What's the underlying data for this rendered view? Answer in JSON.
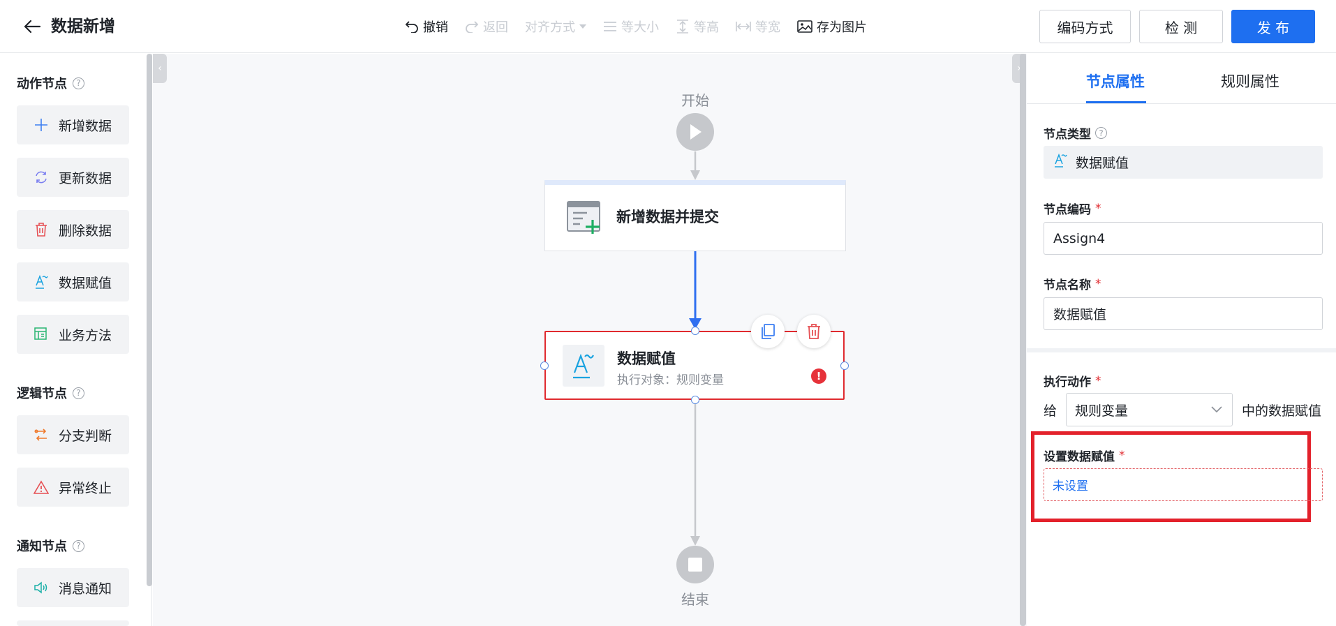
{
  "header": {
    "title": "数据新增",
    "toolbar": {
      "undo": "撤销",
      "redo": "返回",
      "align": "对齐方式",
      "same_size": "等大小",
      "same_height": "等高",
      "same_width": "等宽",
      "save_image": "存为图片"
    },
    "buttons": {
      "encoding": "编码方式",
      "check": "检 测",
      "publish": "发 布"
    }
  },
  "sidebar": {
    "sections": [
      {
        "title": "动作节点",
        "items": [
          "新增数据",
          "更新数据",
          "删除数据",
          "数据赋值",
          "业务方法"
        ]
      },
      {
        "title": "逻辑节点",
        "items": [
          "分支判断",
          "异常终止"
        ]
      },
      {
        "title": "通知节点",
        "items": [
          "消息通知"
        ]
      }
    ]
  },
  "canvas": {
    "start_label": "开始",
    "end_label": "结束",
    "node1_title": "新增数据并提交",
    "node2_title": "数据赋值",
    "node2_subtitle": "执行对象：规则变量",
    "error_mark": "!"
  },
  "panel": {
    "tabs": [
      "节点属性",
      "规则属性"
    ],
    "node_type_label": "节点类型",
    "node_type_value": "数据赋值",
    "node_code_label": "节点编码",
    "node_code_value": "Assign4",
    "node_name_label": "节点名称",
    "node_name_value": "数据赋值",
    "action_label": "执行动作",
    "give_prefix": "给",
    "select_value": "规则变量",
    "give_suffix": "中的数据赋值",
    "assign_label": "设置数据赋值",
    "assign_value": "未设置",
    "required_mark": "*"
  },
  "colors": {
    "primary": "#1e6ff0",
    "error": "#e02a2f",
    "highlight": "#e3212b"
  }
}
